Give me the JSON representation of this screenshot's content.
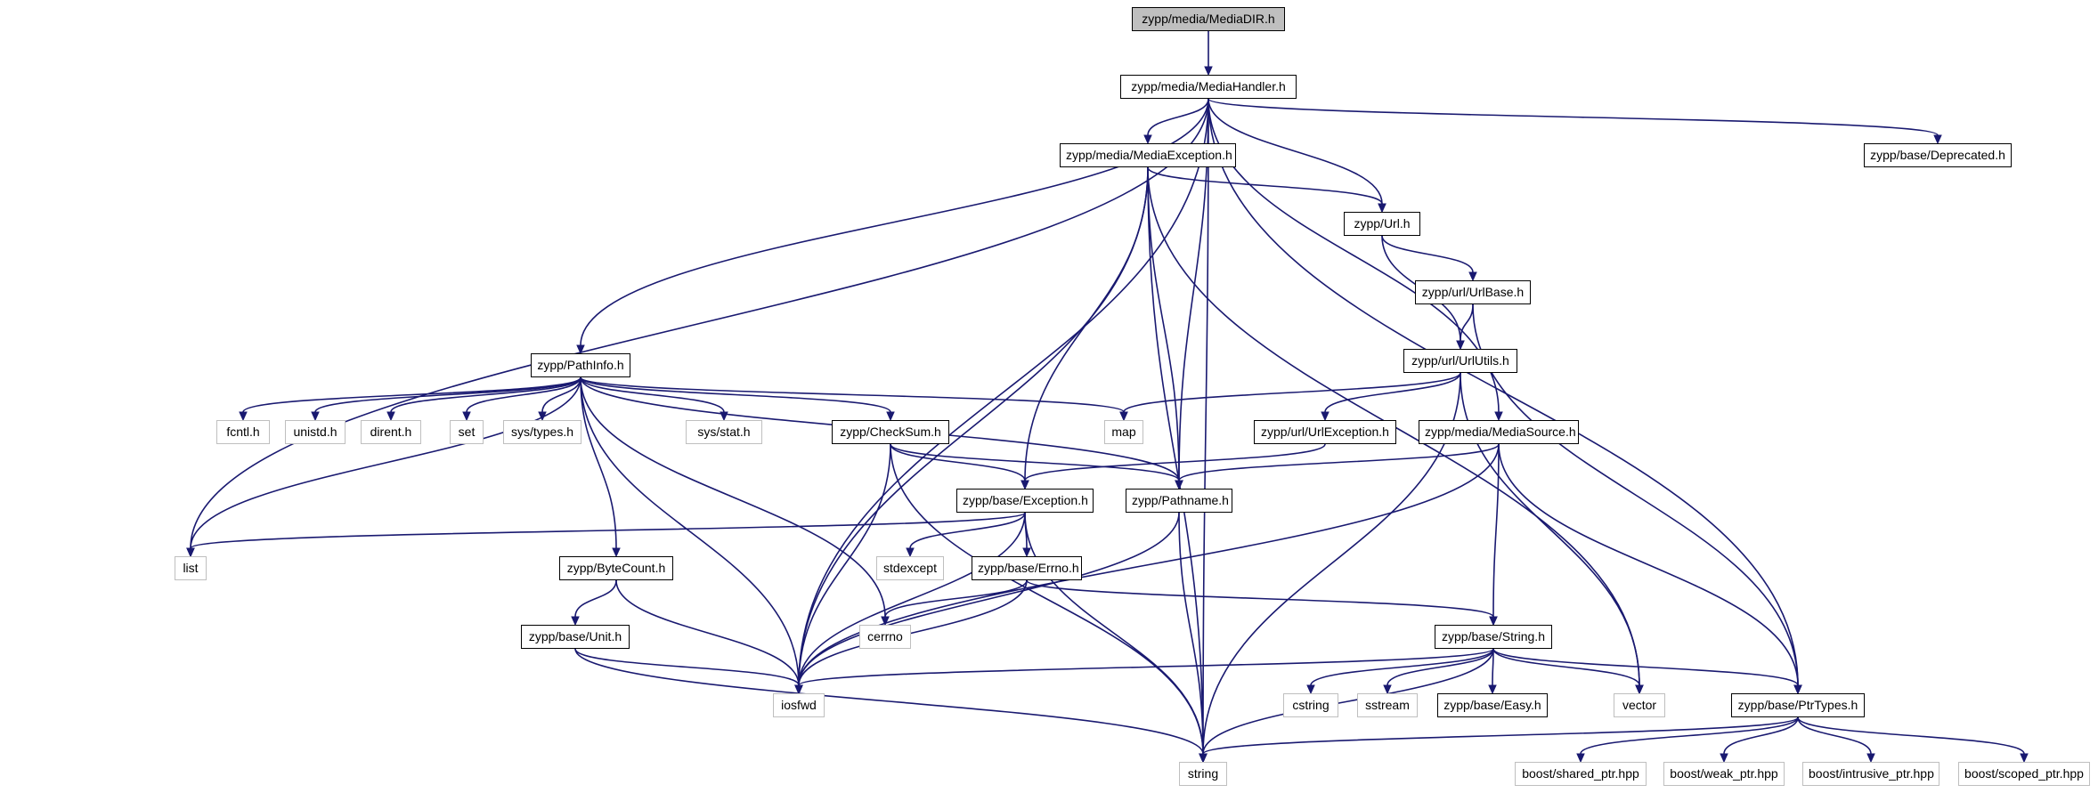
{
  "graph": {
    "colors": {
      "edge": "#191970",
      "root_fill": "#bfbfbf",
      "project_border": "#000000",
      "system_border": "#bfbfbf"
    },
    "nodes": {
      "n_mediadir": {
        "label": "zypp/media/MediaDIR.h",
        "kind": "root"
      },
      "n_mediahandler": {
        "label": "zypp/media/MediaHandler.h",
        "kind": "project"
      },
      "n_mediaexception": {
        "label": "zypp/media/MediaException.h",
        "kind": "project"
      },
      "n_deprecated": {
        "label": "zypp/base/Deprecated.h",
        "kind": "project"
      },
      "n_url": {
        "label": "zypp/Url.h",
        "kind": "project"
      },
      "n_urlbase": {
        "label": "zypp/url/UrlBase.h",
        "kind": "project"
      },
      "n_urlutils": {
        "label": "zypp/url/UrlUtils.h",
        "kind": "project"
      },
      "n_pathinfo": {
        "label": "zypp/PathInfo.h",
        "kind": "project"
      },
      "n_fcntl": {
        "label": "fcntl.h",
        "kind": "system"
      },
      "n_unistd": {
        "label": "unistd.h",
        "kind": "system"
      },
      "n_dirent": {
        "label": "dirent.h",
        "kind": "system"
      },
      "n_set": {
        "label": "set",
        "kind": "system"
      },
      "n_systypes": {
        "label": "sys/types.h",
        "kind": "system"
      },
      "n_sysstat": {
        "label": "sys/stat.h",
        "kind": "system"
      },
      "n_checksum": {
        "label": "zypp/CheckSum.h",
        "kind": "project"
      },
      "n_map": {
        "label": "map",
        "kind": "system"
      },
      "n_urlexception": {
        "label": "zypp/url/UrlException.h",
        "kind": "project"
      },
      "n_mediasource": {
        "label": "zypp/media/MediaSource.h",
        "kind": "project"
      },
      "n_exception": {
        "label": "zypp/base/Exception.h",
        "kind": "project"
      },
      "n_pathname": {
        "label": "zypp/Pathname.h",
        "kind": "project"
      },
      "n_list": {
        "label": "list",
        "kind": "system"
      },
      "n_bytecount": {
        "label": "zypp/ByteCount.h",
        "kind": "project"
      },
      "n_stdexcept": {
        "label": "stdexcept",
        "kind": "system"
      },
      "n_errno": {
        "label": "zypp/base/Errno.h",
        "kind": "project"
      },
      "n_cerrno": {
        "label": "cerrno",
        "kind": "system"
      },
      "n_unit": {
        "label": "zypp/base/Unit.h",
        "kind": "project"
      },
      "n_string_h": {
        "label": "zypp/base/String.h",
        "kind": "project"
      },
      "n_iosfwd": {
        "label": "iosfwd",
        "kind": "system"
      },
      "n_cstring": {
        "label": "cstring",
        "kind": "system"
      },
      "n_sstream": {
        "label": "sstream",
        "kind": "system"
      },
      "n_easy": {
        "label": "zypp/base/Easy.h",
        "kind": "project"
      },
      "n_vector": {
        "label": "vector",
        "kind": "system"
      },
      "n_ptrtypes": {
        "label": "zypp/base/PtrTypes.h",
        "kind": "project"
      },
      "n_string": {
        "label": "string",
        "kind": "system"
      },
      "n_sharedptr": {
        "label": "boost/shared_ptr.hpp",
        "kind": "system"
      },
      "n_weakptr": {
        "label": "boost/weak_ptr.hpp",
        "kind": "system"
      },
      "n_intrusiveptr": {
        "label": "boost/intrusive_ptr.hpp",
        "kind": "system"
      },
      "n_scopedptr": {
        "label": "boost/scoped_ptr.hpp",
        "kind": "system"
      }
    },
    "edges": [
      [
        "n_mediadir",
        "n_mediahandler"
      ],
      [
        "n_mediahandler",
        "n_mediaexception"
      ],
      [
        "n_mediahandler",
        "n_deprecated"
      ],
      [
        "n_mediahandler",
        "n_url"
      ],
      [
        "n_mediahandler",
        "n_pathinfo"
      ],
      [
        "n_mediahandler",
        "n_mediasource"
      ],
      [
        "n_mediahandler",
        "n_pathname"
      ],
      [
        "n_mediahandler",
        "n_ptrtypes"
      ],
      [
        "n_mediahandler",
        "n_list"
      ],
      [
        "n_mediahandler",
        "n_iosfwd"
      ],
      [
        "n_mediahandler",
        "n_string"
      ],
      [
        "n_mediaexception",
        "n_url"
      ],
      [
        "n_mediaexception",
        "n_exception"
      ],
      [
        "n_mediaexception",
        "n_pathname"
      ],
      [
        "n_mediaexception",
        "n_iosfwd"
      ],
      [
        "n_mediaexception",
        "n_vector"
      ],
      [
        "n_mediaexception",
        "n_string"
      ],
      [
        "n_url",
        "n_urlbase"
      ],
      [
        "n_url",
        "n_urlutils"
      ],
      [
        "n_urlbase",
        "n_urlutils"
      ],
      [
        "n_urlbase",
        "n_ptrtypes"
      ],
      [
        "n_urlutils",
        "n_map"
      ],
      [
        "n_urlutils",
        "n_urlexception"
      ],
      [
        "n_urlutils",
        "n_vector"
      ],
      [
        "n_urlutils",
        "n_string"
      ],
      [
        "n_urlexception",
        "n_exception"
      ],
      [
        "n_pathinfo",
        "n_fcntl"
      ],
      [
        "n_pathinfo",
        "n_unistd"
      ],
      [
        "n_pathinfo",
        "n_dirent"
      ],
      [
        "n_pathinfo",
        "n_set"
      ],
      [
        "n_pathinfo",
        "n_systypes"
      ],
      [
        "n_pathinfo",
        "n_sysstat"
      ],
      [
        "n_pathinfo",
        "n_map"
      ],
      [
        "n_pathinfo",
        "n_list"
      ],
      [
        "n_pathinfo",
        "n_checksum"
      ],
      [
        "n_pathinfo",
        "n_pathname"
      ],
      [
        "n_pathinfo",
        "n_bytecount"
      ],
      [
        "n_pathinfo",
        "n_cerrno"
      ],
      [
        "n_pathinfo",
        "n_iosfwd"
      ],
      [
        "n_checksum",
        "n_exception"
      ],
      [
        "n_checksum",
        "n_pathname"
      ],
      [
        "n_checksum",
        "n_iosfwd"
      ],
      [
        "n_checksum",
        "n_string"
      ],
      [
        "n_mediasource",
        "n_pathname"
      ],
      [
        "n_mediasource",
        "n_string_h"
      ],
      [
        "n_mediasource",
        "n_ptrtypes"
      ],
      [
        "n_mediasource",
        "n_iosfwd"
      ],
      [
        "n_exception",
        "n_list"
      ],
      [
        "n_exception",
        "n_stdexcept"
      ],
      [
        "n_exception",
        "n_errno"
      ],
      [
        "n_exception",
        "n_iosfwd"
      ],
      [
        "n_exception",
        "n_string"
      ],
      [
        "n_pathname",
        "n_iosfwd"
      ],
      [
        "n_pathname",
        "n_string"
      ],
      [
        "n_bytecount",
        "n_unit"
      ],
      [
        "n_bytecount",
        "n_iosfwd"
      ],
      [
        "n_errno",
        "n_cerrno"
      ],
      [
        "n_errno",
        "n_string_h"
      ],
      [
        "n_errno",
        "n_iosfwd"
      ],
      [
        "n_unit",
        "n_iosfwd"
      ],
      [
        "n_unit",
        "n_string"
      ],
      [
        "n_string_h",
        "n_iosfwd"
      ],
      [
        "n_string_h",
        "n_cstring"
      ],
      [
        "n_string_h",
        "n_sstream"
      ],
      [
        "n_string_h",
        "n_easy"
      ],
      [
        "n_string_h",
        "n_vector"
      ],
      [
        "n_string_h",
        "n_ptrtypes"
      ],
      [
        "n_string_h",
        "n_string"
      ],
      [
        "n_ptrtypes",
        "n_string"
      ],
      [
        "n_ptrtypes",
        "n_sharedptr"
      ],
      [
        "n_ptrtypes",
        "n_weakptr"
      ],
      [
        "n_ptrtypes",
        "n_intrusiveptr"
      ],
      [
        "n_ptrtypes",
        "n_scopedptr"
      ]
    ]
  }
}
